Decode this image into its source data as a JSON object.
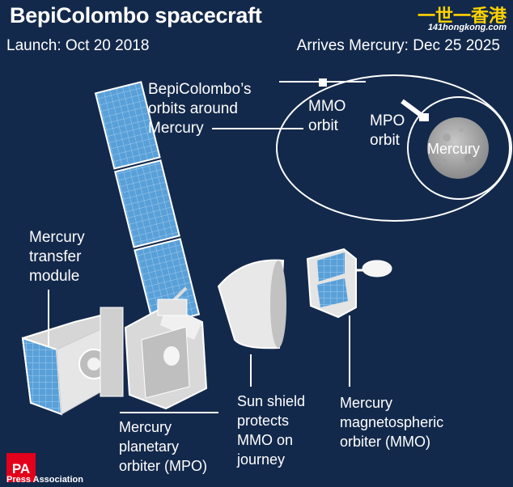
{
  "header": {
    "title": "BepiColombo spacecraft",
    "launch": "Launch: Oct 20 2018",
    "arrives": "Arrives Mercury: Dec 25 2025"
  },
  "orbits": {
    "caption": "BepiColombo’s\norbits around\nMercury",
    "mmo_label": "MMO\norbit",
    "mpo_label": "MPO\norbit",
    "planet_label": "Mercury"
  },
  "labels": {
    "transfer_module": "Mercury\ntransfer\nmodule",
    "mpo": "Mercury\nplanetary\norbiter (MPO)",
    "sun_shield": "Sun shield\nprotects\nMMO on\njourney",
    "mmo": "Mercury\nmagnetospheric\norbiter (MMO)"
  },
  "branding": {
    "watermark_cn": "一世一香港",
    "watermark_url": "141hongkong.com",
    "pa_logo": "PA",
    "credit": "Press Association"
  },
  "colors": {
    "background": "#13294b",
    "solar_panel": "#5aa0d8",
    "structure": "#e8e8e8",
    "pa_red": "#e3001b",
    "watermark_yellow": "#ffd200"
  }
}
